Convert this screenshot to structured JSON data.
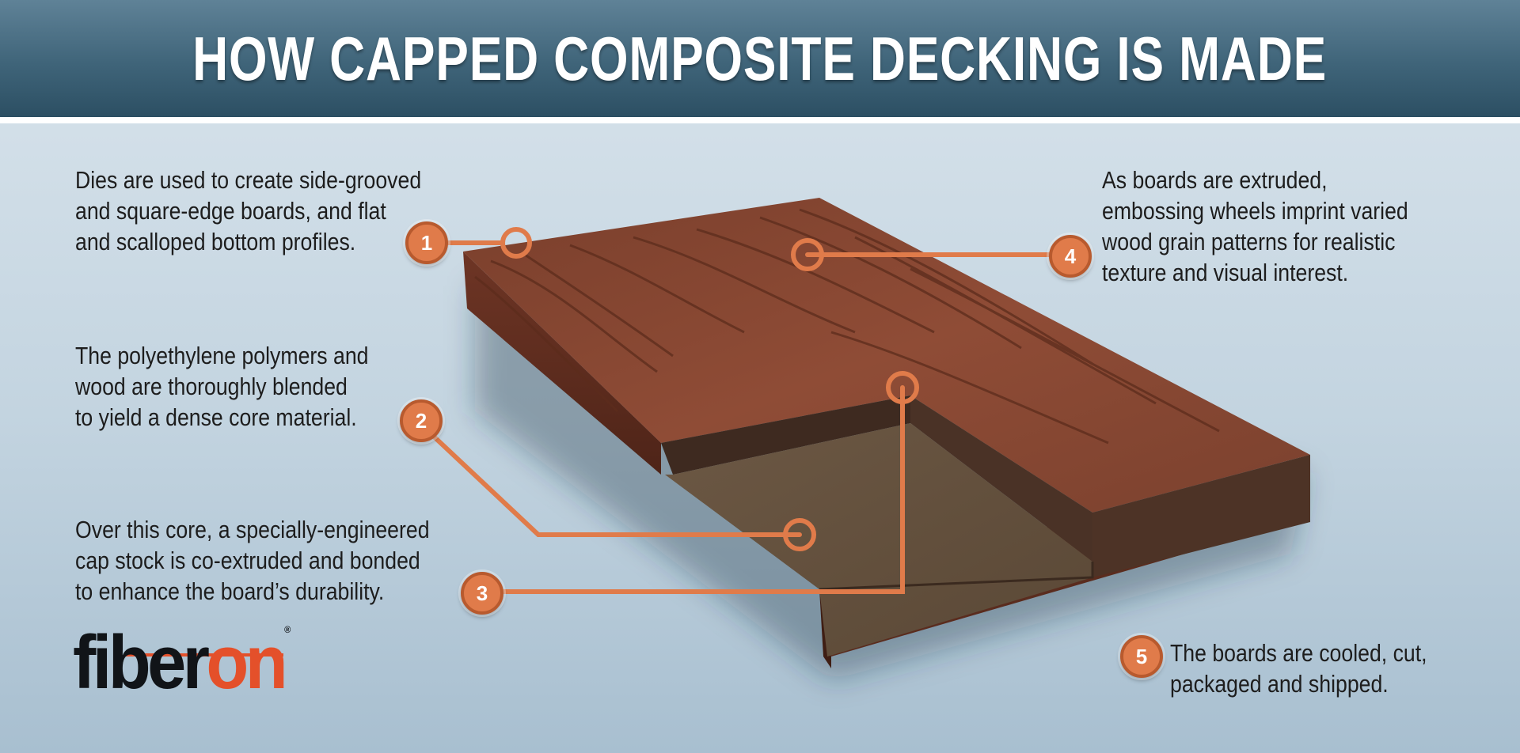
{
  "title": "HOW CAPPED COMPOSITE DECKING IS MADE",
  "steps": [
    {
      "number": "1",
      "text": "Dies are used to create side-grooved\nand square-edge boards, and flat\nand scalloped bottom profiles."
    },
    {
      "number": "2",
      "text": "The polyethylene polymers and\nwood are thoroughly blended\nto yield a dense core material."
    },
    {
      "number": "3",
      "text": "Over this core, a specially-engineered\ncap stock is co-extruded and bonded\nto enhance the board’s durability."
    },
    {
      "number": "4",
      "text": "As boards are extruded,\nembossing wheels imprint varied\nwood grain patterns for realistic\ntexture and visual interest."
    },
    {
      "number": "5",
      "text": "The boards are cooled, cut,\npackaged and shipped."
    }
  ],
  "logo": {
    "part1": "fiber",
    "part2": "on",
    "registered": "®"
  },
  "colors": {
    "header": "#3f6479",
    "accent": "#e07b4a",
    "board_top": "#8a4a34",
    "board_cap": "#4a3226",
    "board_core": "#6f5a45",
    "logo_accent": "#e4502a"
  }
}
